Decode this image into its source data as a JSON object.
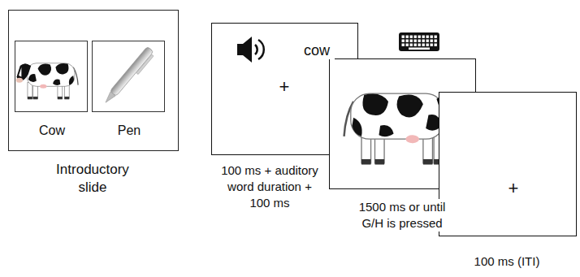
{
  "diagram": {
    "nodes": [
      {
        "text": [
          "Introductory slide"
        ]
      },
      {
        "text": [
          "Cow"
        ],
        "in": 0
      },
      {
        "text": [
          "Pen"
        ],
        "in": 0
      },
      {
        "text": [
          "cow",
          "+",
          "100 ms + auditory word duration + 100 ms"
        ]
      },
      {
        "text": [
          "1500 ms or until G/H is pressed"
        ]
      },
      {
        "text": [
          "+",
          "100 ms (ITI)"
        ]
      }
    ]
  }
}
